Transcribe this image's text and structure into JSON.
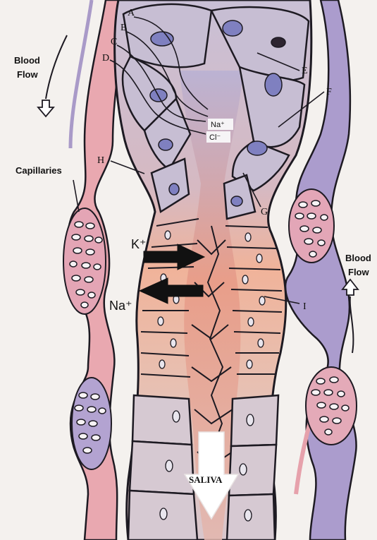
{
  "labels": {
    "A": "A",
    "B": "B",
    "C": "C",
    "D": "D",
    "E": "E",
    "F": "F",
    "G": "G",
    "H": "H",
    "I": "I"
  },
  "ions": {
    "na_top": "Na⁺",
    "cl_top": "Cl⁻",
    "k": "K⁺",
    "na": "Na⁺"
  },
  "side_text": {
    "blood_flow_left_1": "Blood",
    "blood_flow_left_2": "Flow",
    "blood_flow_right_1": "Blood",
    "blood_flow_right_2": "Flow",
    "capillaries": "Capillaries"
  },
  "saliva": "SALIVA",
  "colors": {
    "outline": "#1d1a22",
    "vessel_pink": "#e8a3ab",
    "vessel_purple": "#9d8dc6",
    "duct_pink": "#e8b8ae",
    "duct_orange": "#f0b89a",
    "cell_fill": "#cbbfcf",
    "nucleus": "#7f7fc0"
  }
}
